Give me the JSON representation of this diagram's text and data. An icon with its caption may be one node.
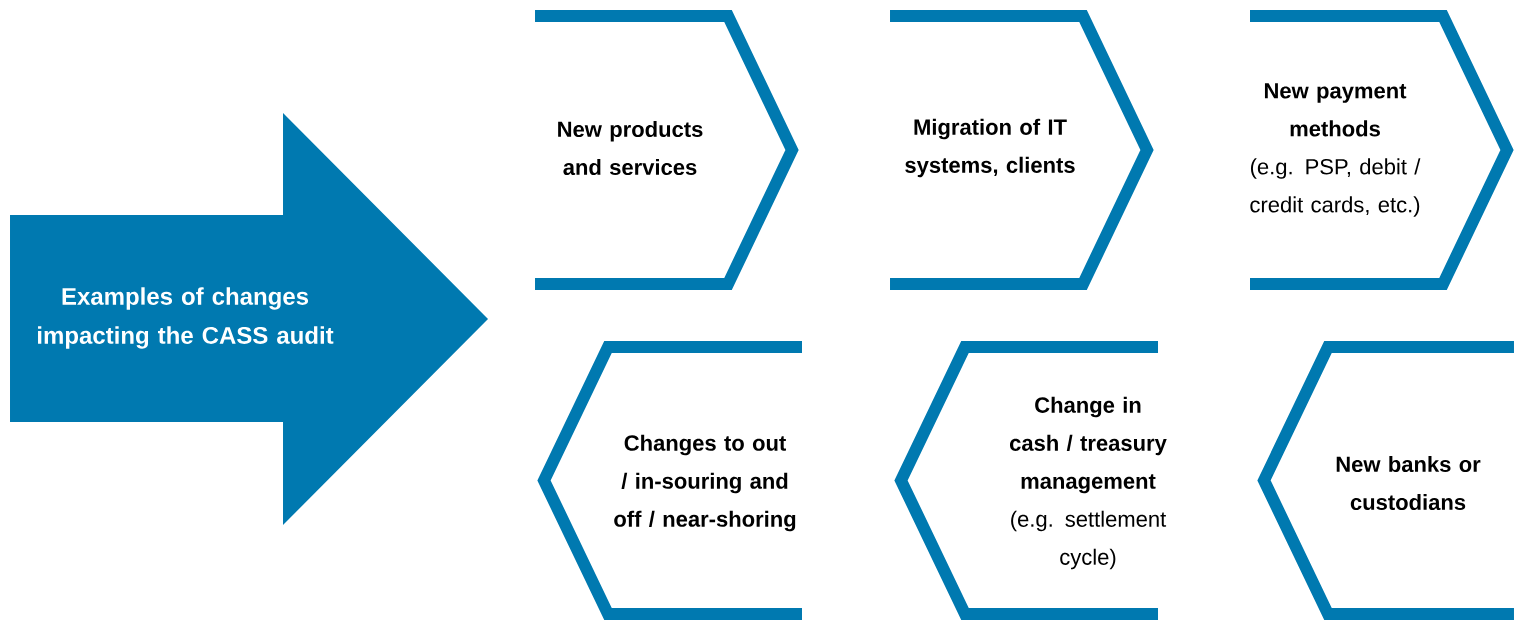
{
  "diagram": {
    "nodes": [
      {
        "text": [
          "Examples of changes impacting the CASS audit"
        ]
      },
      {
        "text": [
          "New products and services"
        ]
      },
      {
        "text": [
          "Migration of IT systems, clients"
        ]
      },
      {
        "text": [
          "New payment methods",
          "(e.g. PSP, debit / credit cards, etc.)"
        ]
      },
      {
        "text": [
          "Changes to out / in-souring and off / near-shoring"
        ]
      },
      {
        "text": [
          "Change in cash / treasury management",
          "(e.g. settlement cycle)"
        ]
      },
      {
        "text": [
          "New banks or custodians"
        ]
      }
    ]
  }
}
